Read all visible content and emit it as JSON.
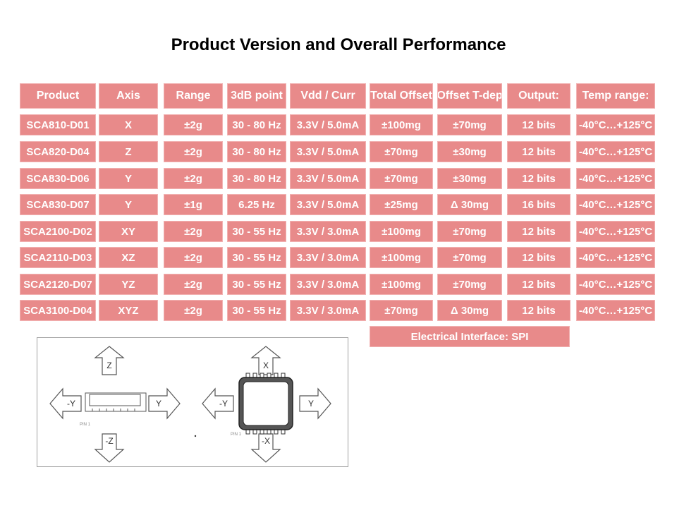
{
  "title": "Product Version and Overall Performance",
  "table": {
    "headers": [
      "Product",
      "Axis",
      "Range",
      "3dB point",
      "Vdd / Curr",
      "Total Offset",
      "Offset T-dep",
      "Output:",
      "Temp range:"
    ],
    "rows": [
      [
        "SCA810-D01",
        "X",
        "±2g",
        "30 - 80 Hz",
        "3.3V / 5.0mA",
        "±100mg",
        "±70mg",
        "12 bits",
        "-40°C…+125°C"
      ],
      [
        "SCA820-D04",
        "Z",
        "±2g",
        "30 - 80 Hz",
        "3.3V / 5.0mA",
        "±70mg",
        "±30mg",
        "12 bits",
        "-40°C…+125°C"
      ],
      [
        "SCA830-D06",
        "Y",
        "±2g",
        "30 - 80 Hz",
        "3.3V / 5.0mA",
        "±70mg",
        "±30mg",
        "12 bits",
        "-40°C…+125°C"
      ],
      [
        "SCA830-D07",
        "Y",
        "±1g",
        "6.25 Hz",
        "3.3V / 5.0mA",
        "±25mg",
        "Δ 30mg",
        "16 bits",
        "-40°C…+125°C"
      ],
      [
        "SCA2100-D02",
        "XY",
        "±2g",
        "30 - 55 Hz",
        "3.3V / 3.0mA",
        "±100mg",
        "±70mg",
        "12 bits",
        "-40°C…+125°C"
      ],
      [
        "SCA2110-D03",
        "XZ",
        "±2g",
        "30 - 55 Hz",
        "3.3V / 3.0mA",
        "±100mg",
        "±70mg",
        "12 bits",
        "-40°C…+125°C"
      ],
      [
        "SCA2120-D07",
        "YZ",
        "±2g",
        "30 - 55 Hz",
        "3.3V / 3.0mA",
        "±100mg",
        "±70mg",
        "12 bits",
        "-40°C…+125°C"
      ],
      [
        "SCA3100-D04",
        "XYZ",
        "±2g",
        "30 - 55 Hz",
        "3.3V / 3.0mA",
        "±70mg",
        "Δ 30mg",
        "12 bits",
        "-40°C…+125°C"
      ]
    ],
    "footer": "Electrical Interface: SPI"
  },
  "diagram": {
    "left": {
      "up": "Z",
      "down": "-Z",
      "left": "-Y",
      "right": "Y",
      "pin": "PIN 1"
    },
    "right": {
      "up": "X",
      "down": "-X",
      "left": "-Y",
      "right": "Y",
      "pin": "PIN 1"
    }
  },
  "colors": {
    "cell": "#e88a8a",
    "cell_text": "#ffffff"
  }
}
